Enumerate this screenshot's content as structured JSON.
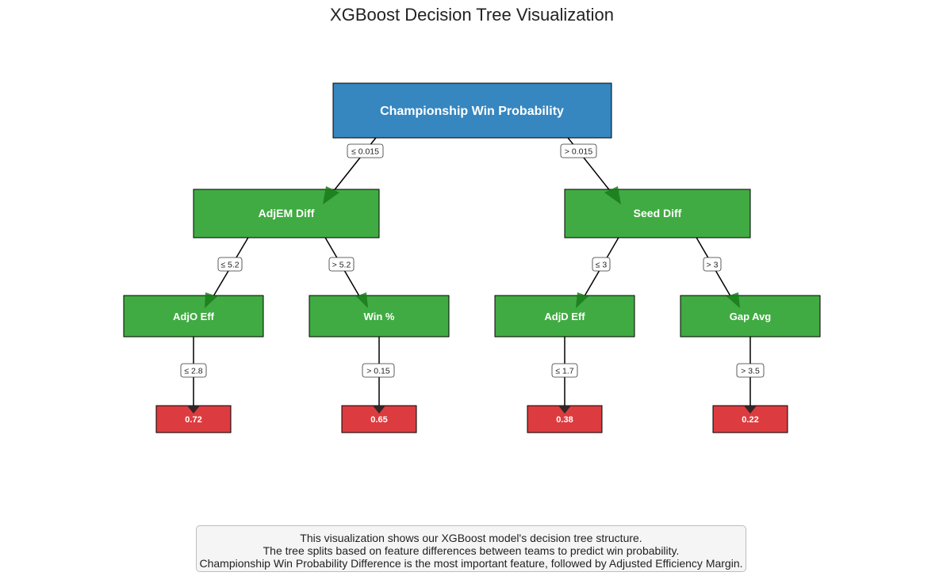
{
  "title": "XGBoost Decision Tree Visualization",
  "colors": {
    "root": "#3686c0",
    "internal": "#40ab42",
    "leaf": "#dc3c3f",
    "edge": "#000000",
    "label_box_border": "#333333"
  },
  "nodes": {
    "root": "Championship Win Probability",
    "adjem": "AdjEM Diff",
    "seed": "Seed Diff",
    "adjo": "AdjO Eff",
    "winpct": "Win %",
    "adjd": "AdjD Eff",
    "gap": "Gap Avg",
    "leaf1": "0.72",
    "leaf2": "0.65",
    "leaf3": "0.38",
    "leaf4": "0.22"
  },
  "edges": {
    "root_adjem": "≤ 0.015",
    "root_seed": "> 0.015",
    "adjem_adjo": "≤ 5.2",
    "adjem_winpct": "> 5.2",
    "seed_adjd": "≤ 3",
    "seed_gap": "> 3",
    "adjo_leaf1": "≤ 2.8",
    "winpct_leaf2": "> 0.15",
    "adjd_leaf3": "≤ 1.7",
    "gap_leaf4": "> 3.5"
  },
  "caption": {
    "line1": "This visualization shows our XGBoost model's decision tree structure.",
    "line2": "The tree splits based on feature differences between teams to predict win probability.",
    "line3": "Championship Win Probability Difference is the most important feature, followed by Adjusted Efficiency Margin."
  }
}
